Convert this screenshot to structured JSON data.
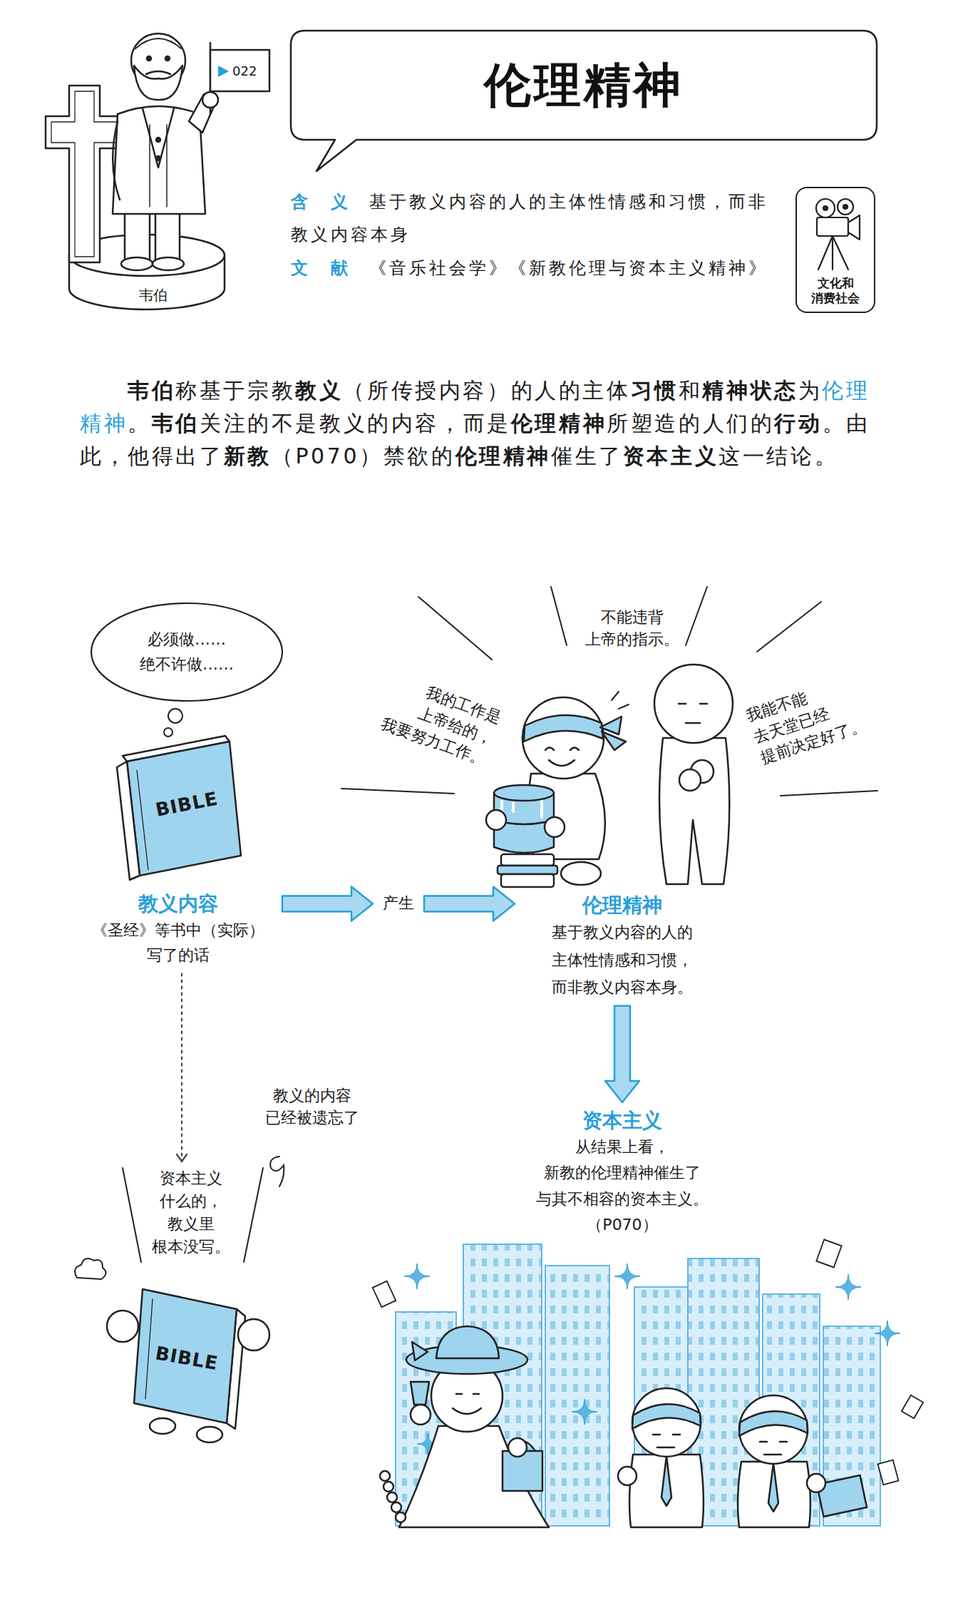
{
  "diagram": {
    "title": "伦理精神",
    "nodes": [
      {
        "text": [
          "文化和 消费社会"
        ]
      },
      {
        "text": [
          "必须做…… 绝不许做……"
        ]
      },
      {
        "text": [
          "教义内容",
          "《圣经》等书中（实际） 写了的话"
        ]
      },
      {
        "text": [
          "伦理精神",
          "基于教义内容的人的 主体性情感和习惯， 而非教义内容本身。"
        ]
      },
      {
        "text": [
          "资本主义",
          "从结果上看， 新教的伦理精神催生了 与其不相容的资本主义。 （P070）"
        ]
      },
      {
        "text": [
          "资本主义 什么的， 教义里 根本没写。"
        ]
      }
    ],
    "edges": [
      {
        "from": 2,
        "to": 3,
        "label": "产生",
        "arrow": "to"
      },
      {
        "from": 3,
        "to": 4,
        "arrow": "to"
      },
      {
        "from": 2,
        "to": 5,
        "arrow": "to"
      }
    ],
    "labels": [
      "022",
      "韦伯",
      "含　义",
      "基于教义内容的人的主体性情感和习惯，而非教义内容本身",
      "文　献",
      "《音乐社会学》《新教伦理与资本主义精神》",
      "韦伯称基于宗教教义（所传授内容）的人的主体习惯和精神状态为伦理精神。韦伯关注的不是教义的内容，而是伦理精神所塑造的人们的行动。由此，他得出了新教（P070）禁欲的伦理精神催生了资本主义这一结论。",
      "BIBLE",
      "不能违背 上帝的指示。",
      "我的工作是 上帝给的， 我要努力工作。",
      "我能不能 去天堂已经 提前决定好了。",
      "教义的内容 已经被遗忘了",
      "BIBLE"
    ]
  }
}
